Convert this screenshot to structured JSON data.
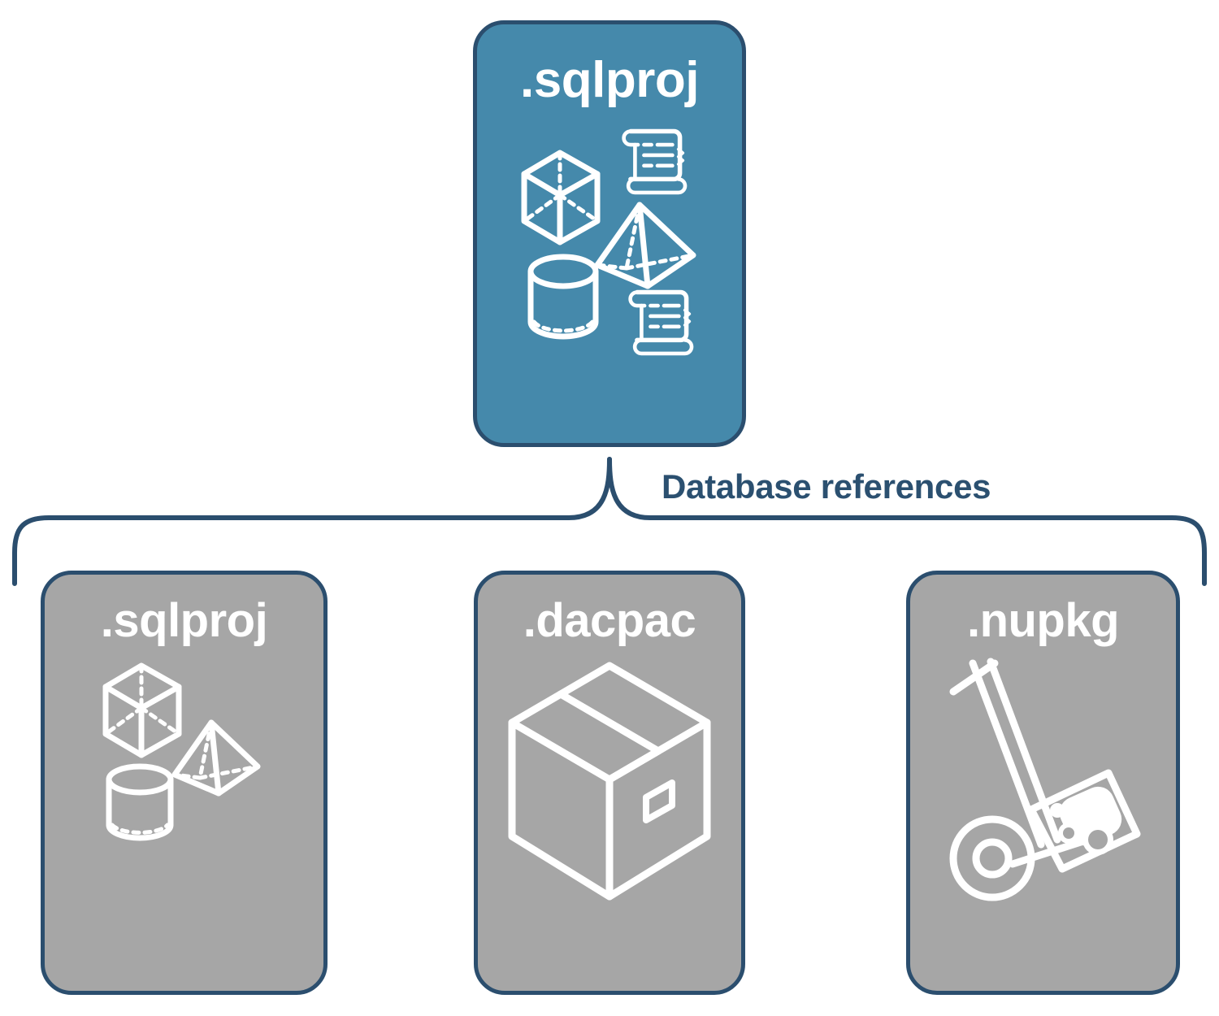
{
  "diagram": {
    "title_label": "Database references",
    "colors": {
      "primary_fill": "#4589ab",
      "secondary_fill": "#a6a6a6",
      "stroke": "#2b4e6e",
      "label_text": "#2b5070",
      "icon_stroke": "#ffffff"
    },
    "root": {
      "label": ".sqlproj",
      "icons": [
        "cube-icon",
        "pyramid-icon",
        "cylinder-icon",
        "scroll-icon",
        "scroll-icon"
      ]
    },
    "references": [
      {
        "label": ".sqlproj",
        "icons": [
          "cube-icon",
          "pyramid-icon",
          "cylinder-icon"
        ]
      },
      {
        "label": ".dacpac",
        "icons": [
          "shipping-box-icon"
        ]
      },
      {
        "label": ".nupkg",
        "icons": [
          "hand-truck-icon",
          "nuget-package-icon"
        ]
      }
    ]
  }
}
